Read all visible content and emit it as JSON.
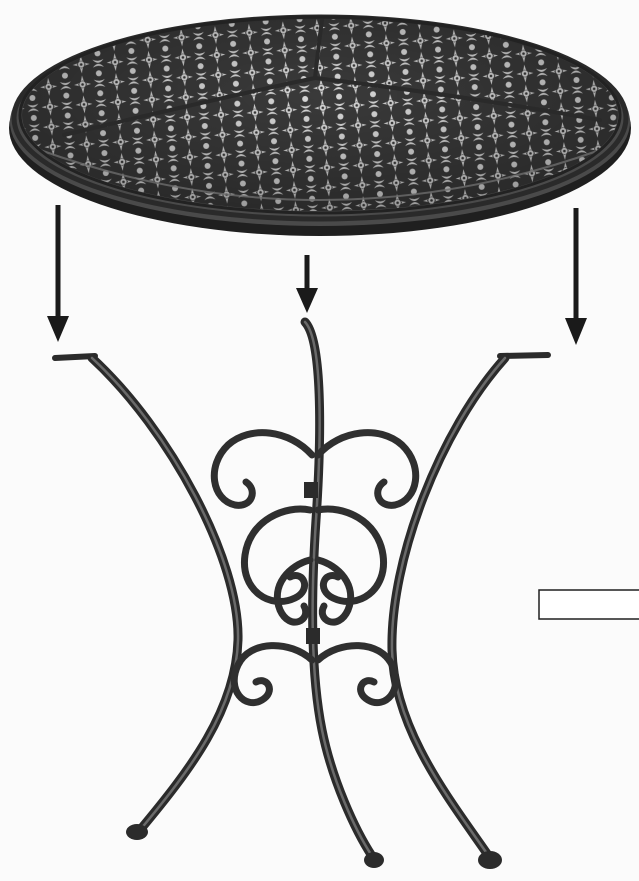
{
  "figure": {
    "subject": "table-assembly",
    "colors": {
      "paper": "#fbfbfb",
      "metal_dark": "#2b2b2b",
      "metal_mid": "#555555",
      "tile_light": "#dedede",
      "arrow": "#1a1a1a",
      "box_border": "#1f1f1f"
    },
    "parts": [
      "round-mosaic-tabletop",
      "scrollwork-base",
      "assembly-arrows",
      "empty-label-box"
    ],
    "arrow_count": 3,
    "label_box_text": ""
  }
}
